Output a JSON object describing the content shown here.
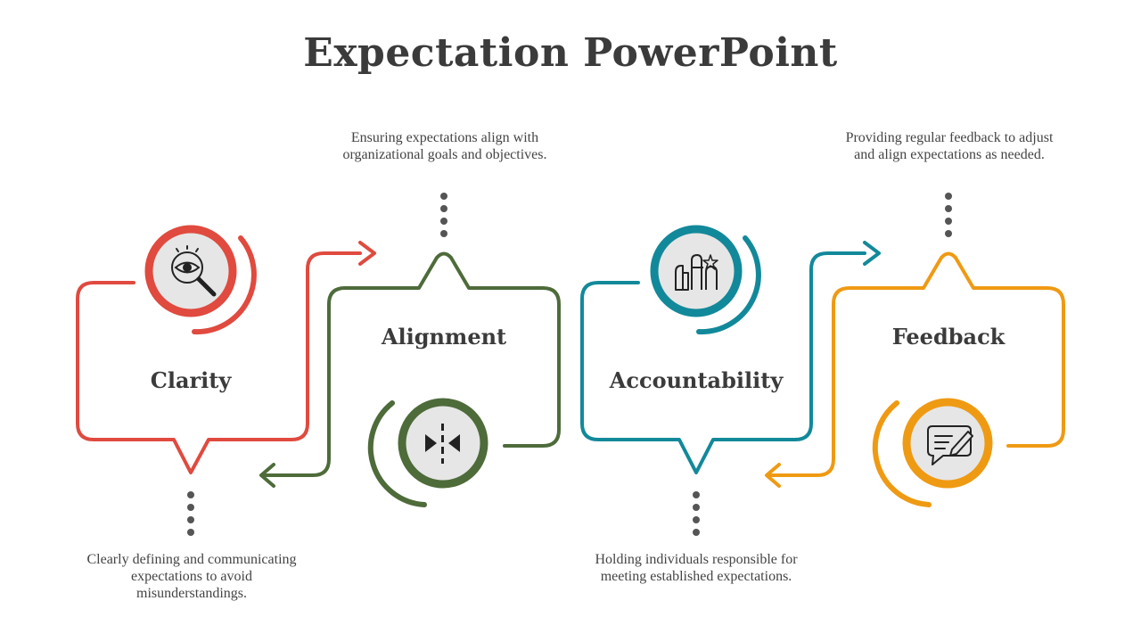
{
  "title": "Expectation PowerPoint",
  "colors": {
    "clarity": "#e04a3f",
    "alignment": "#4e6b3a",
    "accountability": "#12899a",
    "feedback": "#ef9a13",
    "icon_bg": "#e6e6e6",
    "dots": "#555555"
  },
  "steps": [
    {
      "label": "Clarity",
      "description": "Clearly defining and communicating expectations to avoid misunderstandings.",
      "icon": "magnifier-eye-icon"
    },
    {
      "label": "Alignment",
      "description": "Ensuring expectations align with organizational goals and objectives.",
      "icon": "converging-arrows-icon"
    },
    {
      "label": "Accountability",
      "description": "Holding individuals responsible for meeting established expectations.",
      "icon": "raised-hands-icon"
    },
    {
      "label": "Feedback",
      "description": "Providing regular feedback to adjust and align expectations as needed.",
      "icon": "chat-pen-icon"
    }
  ]
}
